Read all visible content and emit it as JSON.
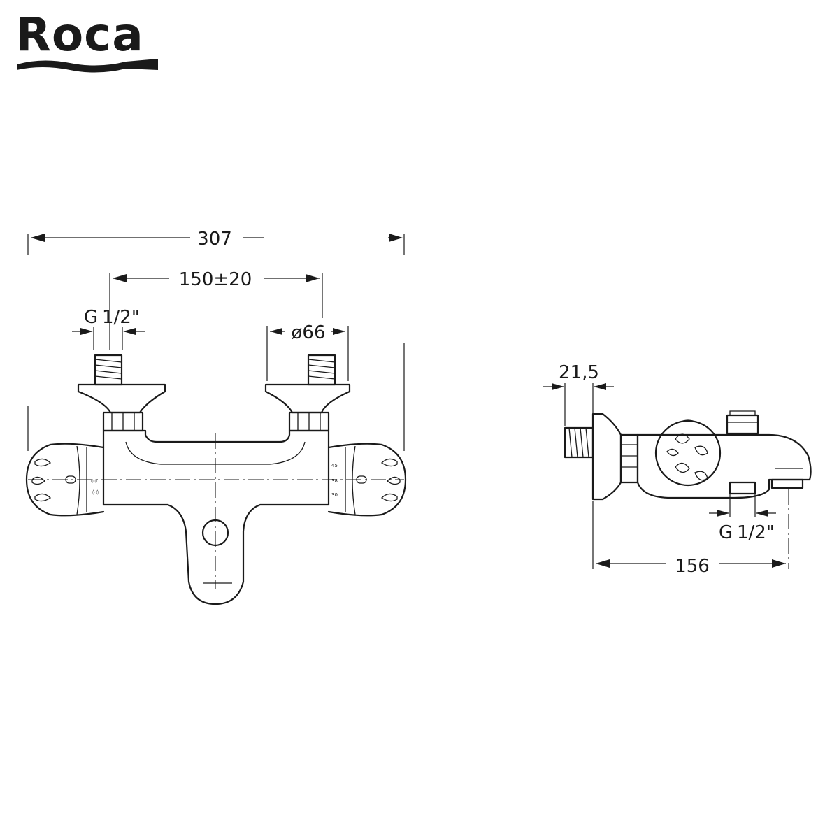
{
  "brand": {
    "logo_text": "Roca"
  },
  "front_view": {
    "dims": {
      "overall_width": "307",
      "inlet_spacing": "150±20",
      "inlet_thread_g": "G",
      "inlet_thread_frac": "1/2\"",
      "escutcheon_diameter": "ø66"
    },
    "temperature_scale": [
      "45",
      "38",
      "30"
    ]
  },
  "side_view": {
    "dims": {
      "inlet_length": "21,5",
      "outlet_thread_g": "G",
      "outlet_thread_frac": "1/2\"",
      "overall_depth": "156"
    }
  },
  "colors": {
    "line": "#1a1a1a",
    "background": "#ffffff"
  }
}
